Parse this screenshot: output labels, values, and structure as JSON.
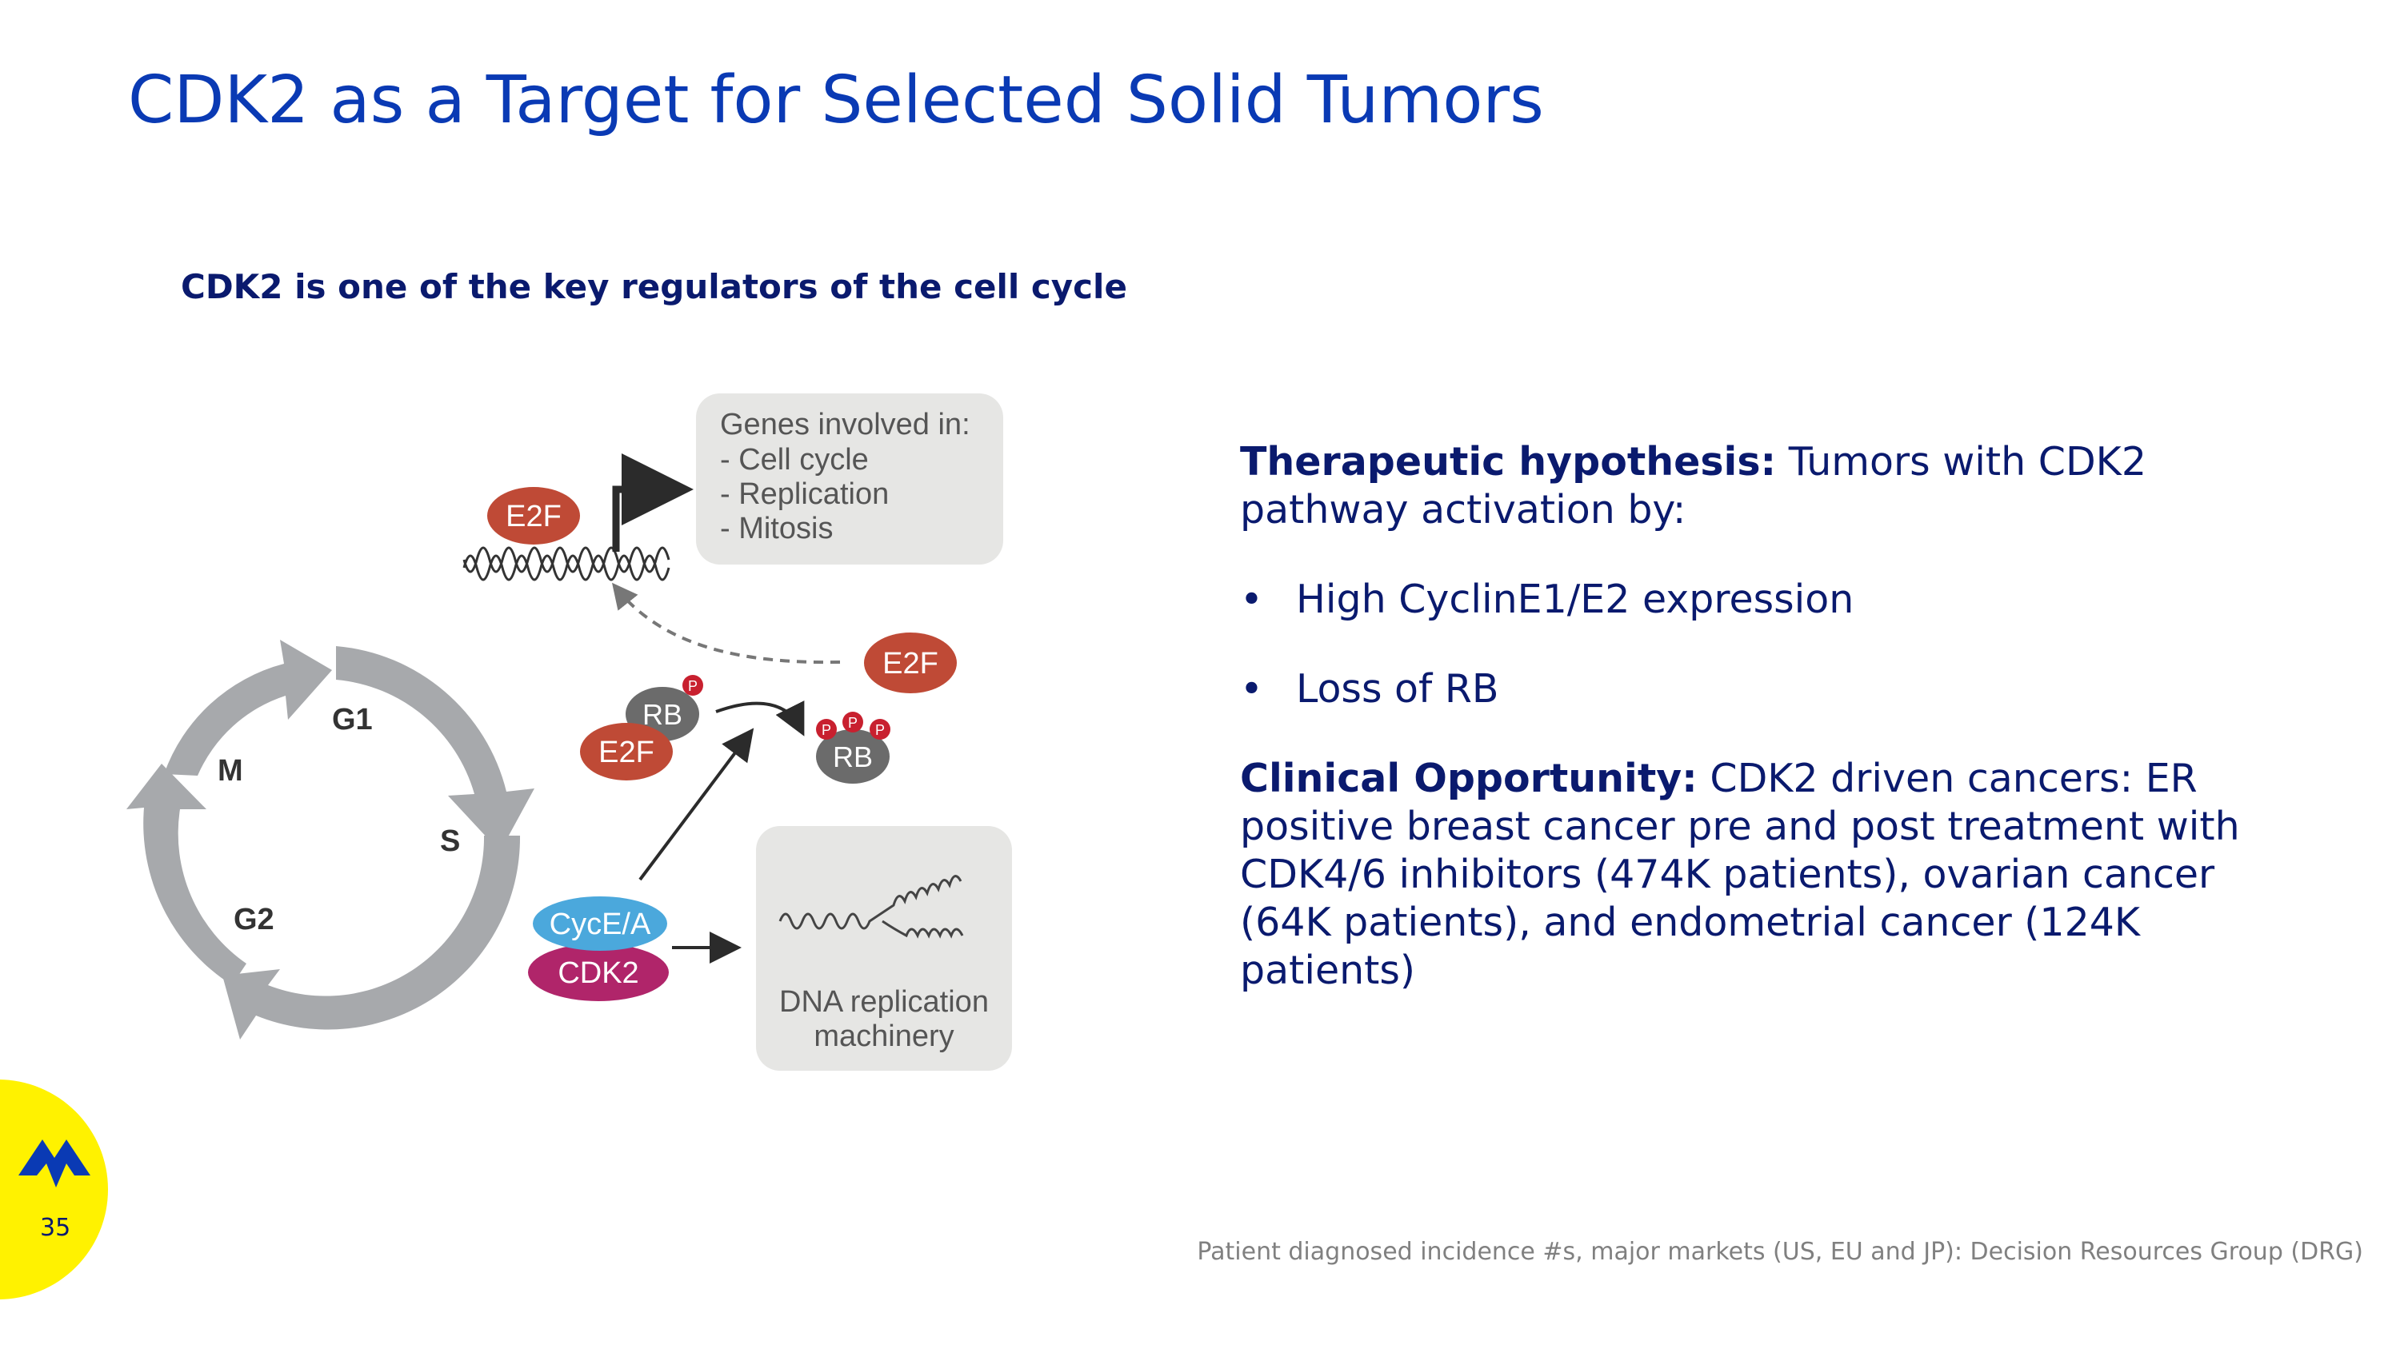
{
  "title": "CDK2 as a Target for Selected Solid Tumors",
  "subtitle": "CDK2 is one of the key regulators of the cell cycle",
  "diagram": {
    "cycle_phases": [
      "G1",
      "S",
      "G2",
      "M"
    ],
    "genes_box": [
      "Genes involved in:",
      "- Cell cycle",
      "- Replication",
      "- Mitosis"
    ],
    "e2f": "E2F",
    "rb": "RB",
    "p": "P",
    "cyc": "CycE/A",
    "cdk2": "CDK2",
    "dna_box": [
      "DNA replication",
      "machinery"
    ]
  },
  "right": {
    "hypothesis_label": "Therapeutic hypothesis:",
    "hypothesis_text": " Tumors with CDK2 pathway activation by:",
    "bullet_symbol": "•",
    "bullets": [
      "High CyclinE1/E2 expression",
      "Loss of RB"
    ],
    "clinical_label": "Clinical Opportunity:",
    "clinical_text": " CDK2 driven cancers: ER positive breast cancer pre and post treatment with CDK4/6 inhibitors (474K patients), ovarian cancer (64K patients), and endometrial cancer (124K patients)"
  },
  "footnote": "Patient diagnosed incidence #s, major markets (US, EU and JP): Decision Resources Group (DRG)",
  "page_number": "35",
  "colors": {
    "title": "#0a3ab4",
    "text": "#0a1a6e",
    "e2f": "#bf4a36",
    "rb": "#6b6b6b",
    "p": "#c8202f",
    "cyc": "#4ba8dc",
    "cdk2": "#b0256a",
    "badge": "#fff200"
  }
}
